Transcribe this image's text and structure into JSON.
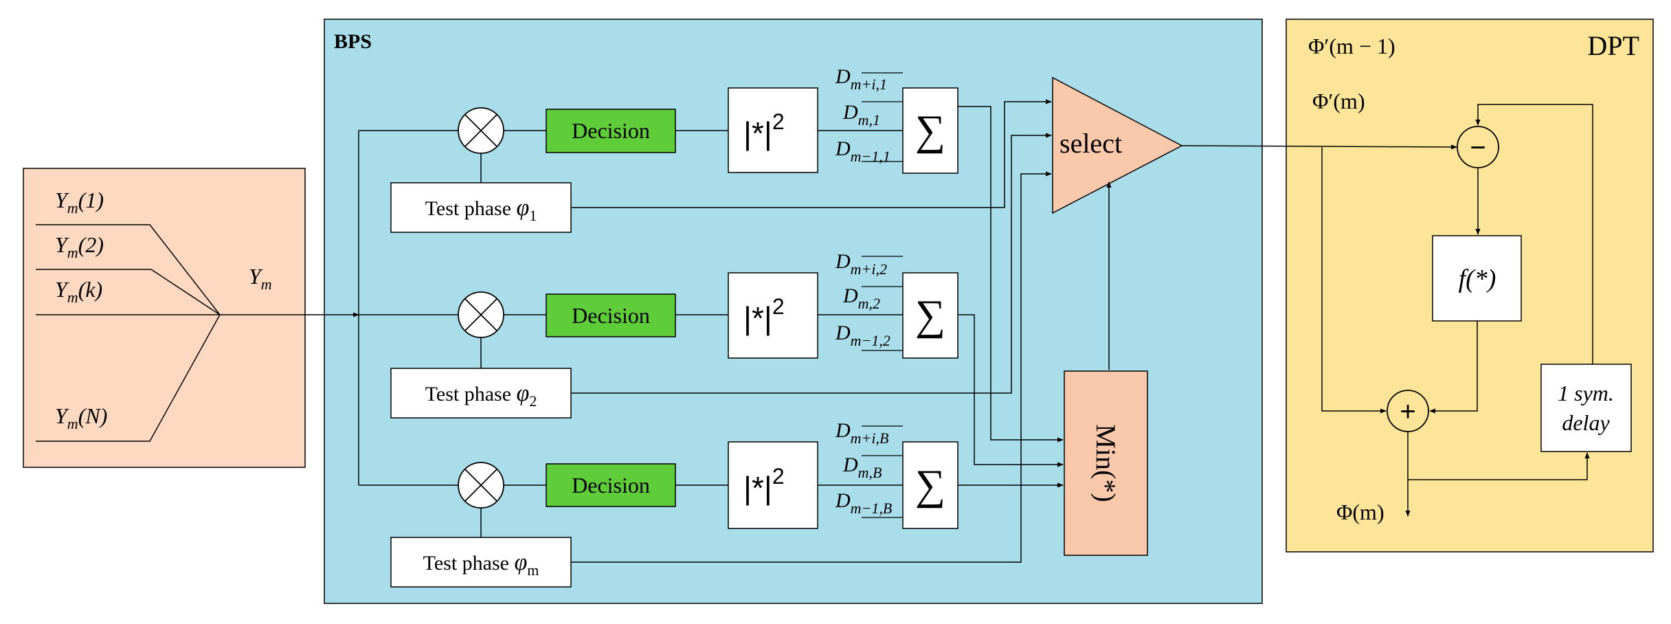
{
  "input_panel": {
    "inputs": [
      "Y",
      "Y",
      "Y",
      "Y"
    ],
    "input_subscript": "m",
    "input_args": [
      "(1)",
      "(2)",
      "(k)",
      "(N)"
    ],
    "output_label": "Y",
    "output_subscript": "m"
  },
  "bps": {
    "title": "BPS",
    "decision_label": "Decision",
    "abs_label": "|*|",
    "abs_exp": "2",
    "sum_symbol": "∑",
    "test_phase_text": "Test phase ",
    "test_phase_symbol": "φ",
    "test_phase_subs": [
      "1",
      "2",
      "m"
    ],
    "d_letter": "D",
    "d_subs": [
      [
        "m+i,1",
        "m,1",
        "m−1,1"
      ],
      [
        "m+i,2",
        "m,2",
        "m−1,2"
      ],
      [
        "m+i,B",
        "m,B",
        "m−1,B"
      ]
    ],
    "select_label": "select",
    "min_label": "Min(*)"
  },
  "dpt": {
    "title": "DPT",
    "phi_prev_label": "Φ′(m − 1)",
    "phi_prime_label": "Φ′(m)",
    "minus_symbol": "−",
    "plus_symbol": "+",
    "f_label": "f(*)",
    "delay_line1": "1 sym.",
    "delay_line2": "delay",
    "output_label": "Φ(m)"
  },
  "colors": {
    "input_panel_bg": "#FCD9C0",
    "bps_bg": "#A8DDE9",
    "dpt_bg": "#FCE498",
    "decision_bg": "#5FCC3A",
    "select_bg": "#FAC9AC",
    "min_bg": "#FAC9AC",
    "box_bg": "#FFFFFF",
    "line": "#000000"
  }
}
